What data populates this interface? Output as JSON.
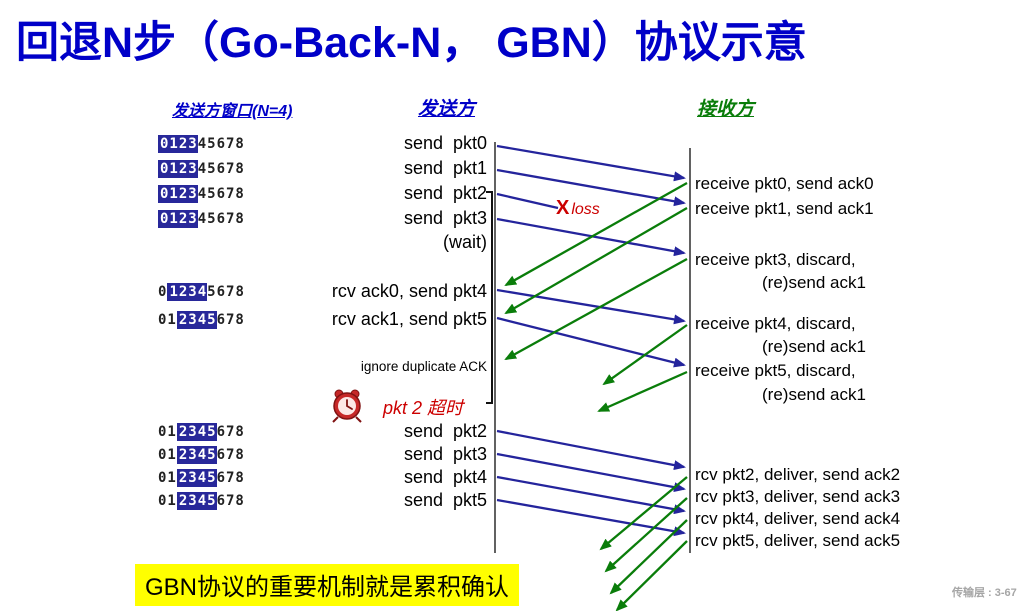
{
  "title": "回退N步（Go-Back-N， GBN）协议示意",
  "headers": {
    "window": "发送方窗口(N=4)",
    "sender": "发送方",
    "receiver": "接收方"
  },
  "windows": [
    {
      "before": "",
      "win": "0123",
      "after": "45678"
    },
    {
      "before": "",
      "win": "0123",
      "after": "45678"
    },
    {
      "before": "",
      "win": "0123",
      "after": "45678"
    },
    {
      "before": "",
      "win": "0123",
      "after": "45678"
    },
    {
      "before": "0",
      "win": "1234",
      "after": "5678"
    },
    {
      "before": "01",
      "win": "2345",
      "after": "678"
    },
    {
      "before": "01",
      "win": "2345",
      "after": "678"
    },
    {
      "before": "01",
      "win": "2345",
      "after": "678"
    },
    {
      "before": "01",
      "win": "2345",
      "after": "678"
    },
    {
      "before": "01",
      "win": "2345",
      "after": "678"
    }
  ],
  "sender": {
    "a0": "send  pkt0",
    "a1": "send  pkt1",
    "a2": "send  pkt2",
    "a3": "send  pkt3",
    "wait": "(wait)",
    "a4": "rcv ack0, send pkt4",
    "a5": "rcv ack1, send pkt5",
    "ignore": "ignore duplicate ACK",
    "timeout": "pkt 2 超时",
    "r2": "send  pkt2",
    "r3": "send  pkt3",
    "r4": "send  pkt4",
    "r5": "send  pkt5"
  },
  "loss": {
    "mark": "X",
    "label": "loss"
  },
  "receiver": [
    {
      "text": "receive pkt0, send ack0"
    },
    {
      "text": "receive pkt1, send ack1"
    },
    {
      "text": "receive pkt3, discard,",
      "text2": "(re)send ack1"
    },
    {
      "text": "receive pkt4, discard,",
      "text2": "(re)send ack1"
    },
    {
      "text": "receive pkt5, discard,",
      "text2": "(re)send ack1"
    },
    {
      "text": "rcv pkt2, deliver, send ack2"
    },
    {
      "text": "rcv pkt3, deliver, send ack3"
    },
    {
      "text": "rcv pkt4, deliver, send ack4"
    },
    {
      "text": "rcv pkt5, deliver, send ack5"
    }
  ],
  "banner": "GBN协议的重要机制就是累积确认",
  "footer": "传输层 : 3-67",
  "colors": {
    "title_blue": "#0000C8",
    "header_green": "#0a7d0a",
    "window_fill": "#28289A",
    "arrow_blue": "#24249C",
    "arrow_green": "#0a7d0a",
    "alert_red": "#CC0000",
    "banner_yellow": "#FFFF00",
    "timeline_gray": "#3a3a3a"
  }
}
